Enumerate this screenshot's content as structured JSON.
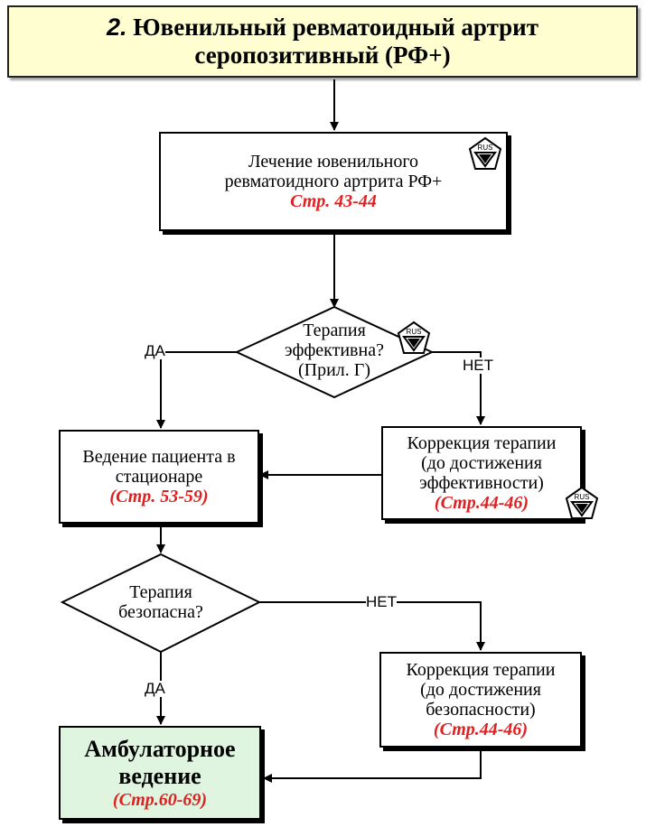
{
  "title": {
    "number": "2.",
    "line1": "Ювенильный ревматоидный артрит",
    "line2": "серопозитивный (РФ+)"
  },
  "nodes": {
    "treatment": {
      "line1": "Лечение ювенильного",
      "line2": "ревматоидного артрита РФ+",
      "ref": "Стр. 43-44"
    },
    "effective": {
      "line1": "Терапия",
      "line2": "эффективна?",
      "line3": "(Прил. Г)"
    },
    "inpatient": {
      "line1": "Ведение пациента в",
      "line2": "стационаре",
      "ref": "(Стр. 53-59)"
    },
    "correction_eff": {
      "line1": "Коррекция терапии",
      "line2": "(до достижения",
      "line3": "эффективности)",
      "ref": "(Стр.44-46)"
    },
    "safe": {
      "line1": "Терапия",
      "line2": "безопасна?"
    },
    "correction_safe": {
      "line1": "Коррекция терапии",
      "line2": "(до достижения",
      "line3": "безопасности)",
      "ref": "(Стр.44-46)"
    },
    "outpatient": {
      "line1": "Амбулаторное",
      "line2": "ведение",
      "ref": "(Стр.60-69)"
    }
  },
  "labels": {
    "yes": "ДА",
    "no": "НЕТ"
  },
  "badge": {
    "text": "RUS",
    "icon": "rus-quality-mark-icon"
  },
  "colors": {
    "title_bg": "#fefed0",
    "final_bg": "#dff5df",
    "ref": "#e02020"
  }
}
